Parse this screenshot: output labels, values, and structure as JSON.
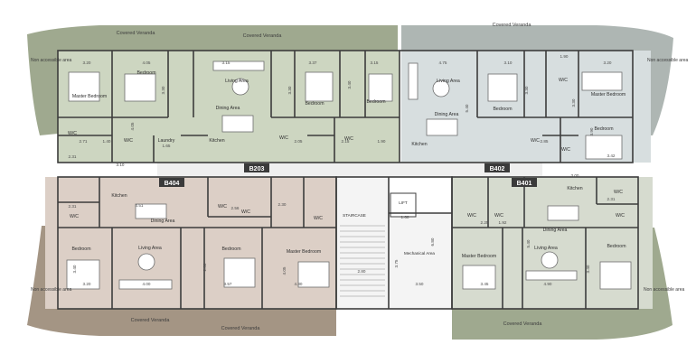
{
  "colors": {
    "unit_b203": "#cdd6c1",
    "unit_b402": "#d7dedf",
    "unit_b404": "#dccfc6",
    "unit_b401": "#d6dbcf",
    "veranda_green": "#9fa98f",
    "veranda_gray": "#aeb6b3",
    "veranda_brown": "#a49584",
    "corridor": "#efefef",
    "core": "#f4f4f4",
    "wall": "#3c3c3c",
    "label_bg": "#3a3a3a",
    "label_text": "#ffffff"
  },
  "units": [
    {
      "id": "B203"
    },
    {
      "id": "B402"
    },
    {
      "id": "B404"
    },
    {
      "id": "B401"
    }
  ],
  "areas": {
    "covered_veranda": "Covered Veranda",
    "non_accessible": "Non accessible area",
    "staircase": "STAIRCASE",
    "lift": "LIFT",
    "mechanical": "Mechanical Area"
  },
  "rooms": {
    "master_bedroom": "Master Bedroom",
    "bedroom": "Bedroom",
    "living": "Living Area",
    "dining": "Dining Area",
    "kitchen": "Kitchen",
    "laundry": "Laundry",
    "wc": "W/C"
  },
  "dims": {
    "d1": "3.20",
    "d2": "4.05",
    "d3": "3.37",
    "d4": "3.15",
    "d5": "3.15",
    "d6": "2.71",
    "d7": "1.40",
    "d8": "1.65",
    "d9": "3.10",
    "d10": "2.31",
    "d11": "2.05",
    "d12": "2.15",
    "d13": "1.90",
    "d14": "4.75",
    "d15": "3.10",
    "d16": "3.20",
    "d17": "3.30",
    "d18": "2.85",
    "d19": "3.42",
    "d20": "2.31",
    "d21": "4.51",
    "d22": "2.56",
    "d23": "2.30",
    "d24": "3.40",
    "d25": "3.20",
    "d26": "4.00",
    "d27": "3.57",
    "d28": "4.30",
    "d29": "4.05",
    "d30": "2.80",
    "d31": "1.60",
    "d32": "6.80",
    "d33": "3.75",
    "d34": "3.50",
    "d35": "2.25",
    "d36": "3.45",
    "d37": "4.90",
    "d38": "3.40",
    "d39": "2.31",
    "d40": "5.40",
    "d41": "3.30",
    "d42": "1.90",
    "d43": "1.92",
    "d44": "3.00",
    "d45": "5.40",
    "d46": "2.80",
    "d47": "3.90",
    "d48": "3.40",
    "d49": "3.30"
  }
}
